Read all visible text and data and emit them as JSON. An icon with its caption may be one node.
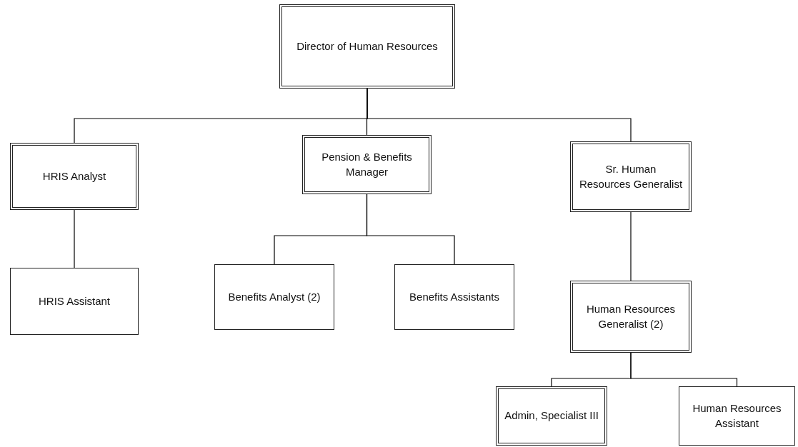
{
  "diagram": {
    "nodes": [
      {
        "text": [
          "Director of Human Resources"
        ]
      },
      {
        "text": [
          "HRIS Analyst"
        ]
      },
      {
        "text": [
          "Pension & Benefits Manager"
        ]
      },
      {
        "text": [
          "Sr. Human Resources Generalist"
        ]
      },
      {
        "text": [
          "HRIS Assistant"
        ]
      },
      {
        "text": [
          "Benefits Analyst (2)"
        ]
      },
      {
        "text": [
          "Benefits Assistants"
        ]
      },
      {
        "text": [
          "Human Resources Generalist (2)"
        ]
      },
      {
        "text": [
          "Admin, Specialist III"
        ]
      },
      {
        "text": [
          "Human Resources Assistant"
        ]
      }
    ],
    "edges": [
      {
        "from": 0,
        "to": 1,
        "arrow": "none"
      },
      {
        "from": 0,
        "to": 2,
        "arrow": "none"
      },
      {
        "from": 0,
        "to": 3,
        "arrow": "none"
      },
      {
        "from": 1,
        "to": 4,
        "arrow": "none"
      },
      {
        "from": 2,
        "to": 5,
        "arrow": "none"
      },
      {
        "from": 2,
        "to": 6,
        "arrow": "none"
      },
      {
        "from": 3,
        "to": 7,
        "arrow": "none"
      },
      {
        "from": 7,
        "to": 8,
        "arrow": "none"
      },
      {
        "from": 7,
        "to": 9,
        "arrow": "none"
      }
    ]
  }
}
